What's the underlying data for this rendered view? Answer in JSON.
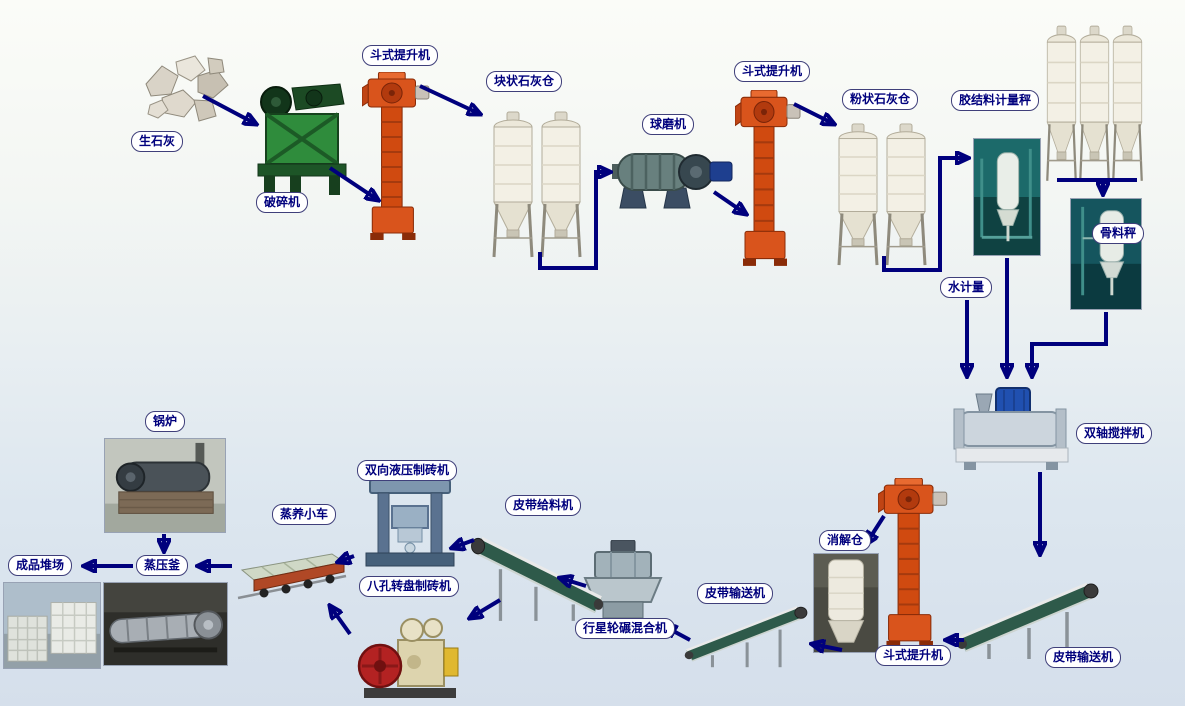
{
  "labels": {
    "quicklime": "生石灰",
    "crusher": "破碎机",
    "bucket_elevator_1": "斗式提升机",
    "block_lime_silo": "块状石灰仓",
    "ball_mill": "球磨机",
    "bucket_elevator_2": "斗式提升机",
    "powder_lime_silo": "粉状石灰仓",
    "binder_metering_scale": "胶结料计量秤",
    "aggregate_scale": "骨料秤",
    "water_metering": "水计量",
    "twin_shaft_mixer": "双轴搅拌机",
    "digestion_bin": "消解仓",
    "belt_conveyor_right": "皮带输送机",
    "bucket_elevator_3": "斗式提升机",
    "belt_conveyor_mid": "皮带输送机",
    "planetary_wheel_mixer": "行星轮碾混合机",
    "belt_feeder": "皮带给料机",
    "hydraulic_brick_machine": "双向液压制砖机",
    "rotary_brick_machine": "八孔转盘制砖机",
    "steam_curing_trolley": "蒸养小车",
    "autoclave": "蒸压釜",
    "boiler": "锅炉",
    "finished_product_yard": "成品堆场"
  },
  "colors": {
    "arrow": "#00007d",
    "label_text": "#00007d",
    "label_border": "#3f3f7a",
    "label_background": "#ffffff",
    "background_top": "#fbfcf8",
    "background_bottom": "#d5dfeb",
    "elevator_red": "#d9541c",
    "silo_white": "#f3f0e5",
    "crusher_green": "#2f8c3c"
  },
  "connections": [
    {
      "from": "quicklime",
      "to": "crusher"
    },
    {
      "from": "crusher",
      "to": "bucket_elevator_1"
    },
    {
      "from": "bucket_elevator_1",
      "to": "block_lime_silo"
    },
    {
      "from": "block_lime_silo",
      "to": "ball_mill"
    },
    {
      "from": "ball_mill",
      "to": "bucket_elevator_2"
    },
    {
      "from": "bucket_elevator_2",
      "to": "powder_lime_silo"
    },
    {
      "from": "powder_lime_silo",
      "to": "binder_metering_scale"
    },
    {
      "from": "binder_metering_scale",
      "to": "twin_shaft_mixer"
    },
    {
      "from": "storage_silos",
      "to": "aggregate_scale"
    },
    {
      "from": "aggregate_scale",
      "to": "twin_shaft_mixer"
    },
    {
      "from": "water_metering",
      "to": "twin_shaft_mixer"
    },
    {
      "from": "twin_shaft_mixer",
      "to": "belt_conveyor_right"
    },
    {
      "from": "belt_conveyor_right",
      "to": "bucket_elevator_3"
    },
    {
      "from": "bucket_elevator_3",
      "to": "digestion_bin"
    },
    {
      "from": "digestion_bin",
      "to": "belt_conveyor_mid"
    },
    {
      "from": "belt_conveyor_mid",
      "to": "planetary_wheel_mixer"
    },
    {
      "from": "planetary_wheel_mixer",
      "to": "belt_feeder"
    },
    {
      "from": "belt_feeder",
      "to": "hydraulic_brick_machine"
    },
    {
      "from": "belt_feeder",
      "to": "rotary_brick_machine"
    },
    {
      "from": "hydraulic_brick_machine",
      "to": "steam_curing_trolley"
    },
    {
      "from": "rotary_brick_machine",
      "to": "steam_curing_trolley"
    },
    {
      "from": "steam_curing_trolley",
      "to": "autoclave"
    },
    {
      "from": "autoclave",
      "to": "finished_product_yard"
    },
    {
      "from": "boiler",
      "to": "autoclave"
    }
  ]
}
